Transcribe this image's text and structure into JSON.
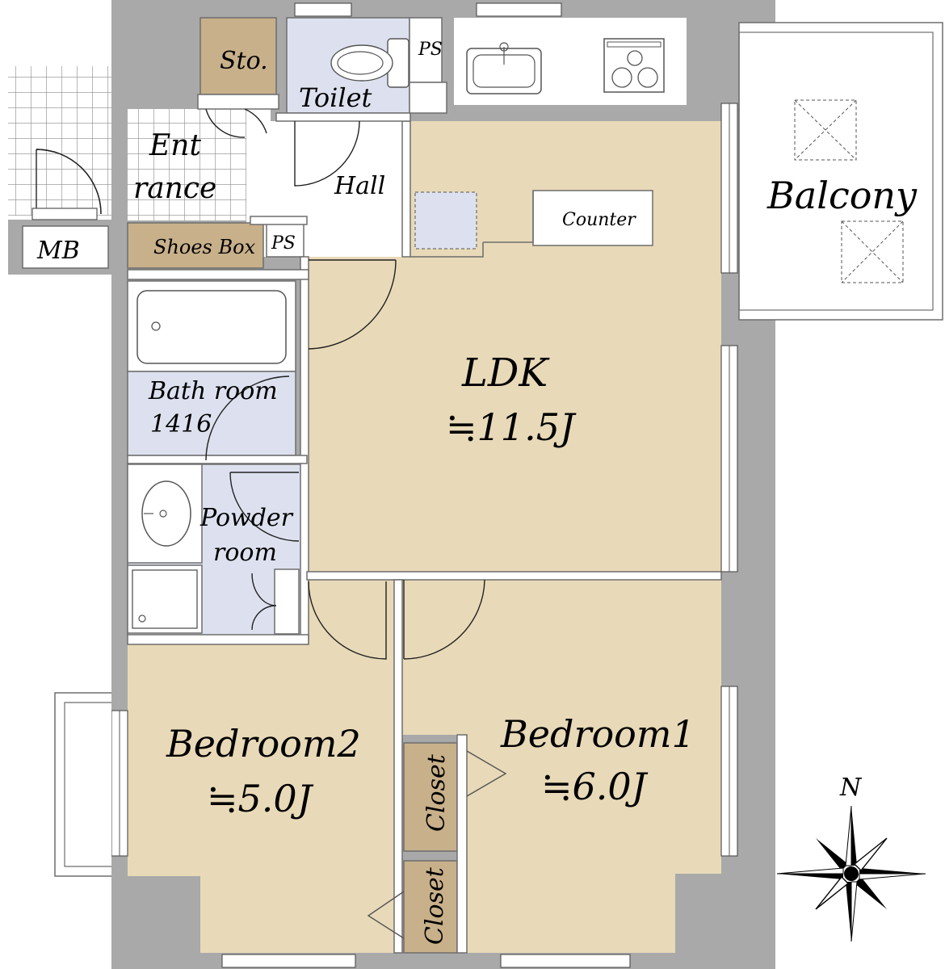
{
  "rooms": {
    "storage": "Sto.",
    "toilet": "Toilet",
    "ps_toilet": "PS",
    "entrance_line1": "Ent",
    "entrance_line2": "rance",
    "hall": "Hall",
    "counter": "Counter",
    "balcony": "Balcony",
    "mb": "MB",
    "shoes_box": "Shoes Box",
    "ps_hall": "PS",
    "ldk": "LDK",
    "ldk_size": "≒11.5J",
    "bathroom": "Bath room",
    "bathroom_size": "1416",
    "powder_line1": "Powder",
    "powder_line2": "room",
    "bedroom1": "Bedroom1",
    "bedroom1_size": "≒6.0J",
    "bedroom2": "Bedroom2",
    "bedroom2_size": "≒5.0J",
    "closet1": "Closet",
    "closet2": "Closet"
  },
  "compass": {
    "north_label": "N"
  },
  "colors": {
    "floor_wood": "#e8d9b8",
    "wet_area": "#dde1ef",
    "storage": "#c8b08a",
    "wall": "#a9a9a9",
    "entrance_tile": "#ffffff"
  }
}
